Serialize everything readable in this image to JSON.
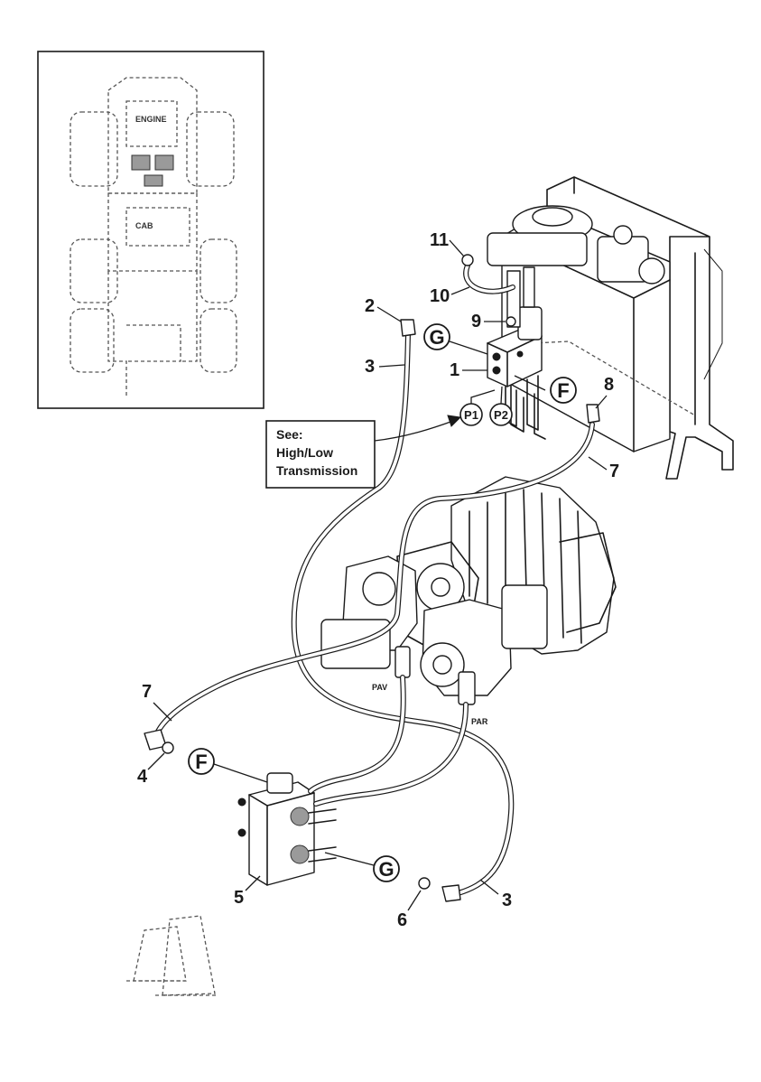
{
  "inset": {
    "engine_label": "ENGINE",
    "cab_label": "CAB"
  },
  "note": {
    "line1": "See:",
    "line2": "High/Low",
    "line3": "Transmission"
  },
  "port_labels": {
    "pav": "PAV",
    "par": "PAR"
  },
  "connection_markers": {
    "g_top": "G",
    "f_top": "F",
    "f_bottom": "F",
    "g_bottom": "G",
    "p1": "P1",
    "p2": "P2"
  },
  "callouts": {
    "c1": "1",
    "c2": "2",
    "c3_top": "3",
    "c3_bottom": "3",
    "c4": "4",
    "c5": "5",
    "c6": "6",
    "c7_right": "7",
    "c7_left": "7",
    "c8": "8",
    "c9": "9",
    "c10": "10",
    "c11": "11"
  }
}
